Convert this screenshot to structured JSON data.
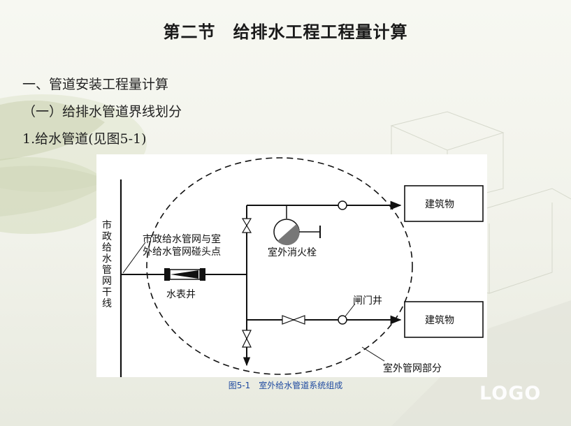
{
  "slide": {
    "title": "第二节　给排水工程工程量计算",
    "heading1": "一、管道安装工程量计算",
    "heading2": "（一）给排水管道界线划分",
    "heading3": "1.给水管道(见图5-1)"
  },
  "figure": {
    "main_trunk_label": [
      "市",
      "政",
      "给",
      "水",
      "管",
      "网",
      "干",
      "线"
    ],
    "junction_label_line1": "市政给水管网与室",
    "junction_label_line2": "外给水管网碰头点",
    "water_meter_label": "水表井",
    "fire_hydrant_label": "室外消火栓",
    "gate_well_label": "闸门井",
    "building_top_label": "建筑物",
    "building_bottom_label": "建筑物",
    "outdoor_network_label": "室外管网部分",
    "caption": "图5-1　室外给水管道系统组成"
  },
  "logo": "LOGO",
  "colors": {
    "caption": "#1f4aa0",
    "title": "#1a1a1a",
    "figure_bg": "#ffffff"
  }
}
